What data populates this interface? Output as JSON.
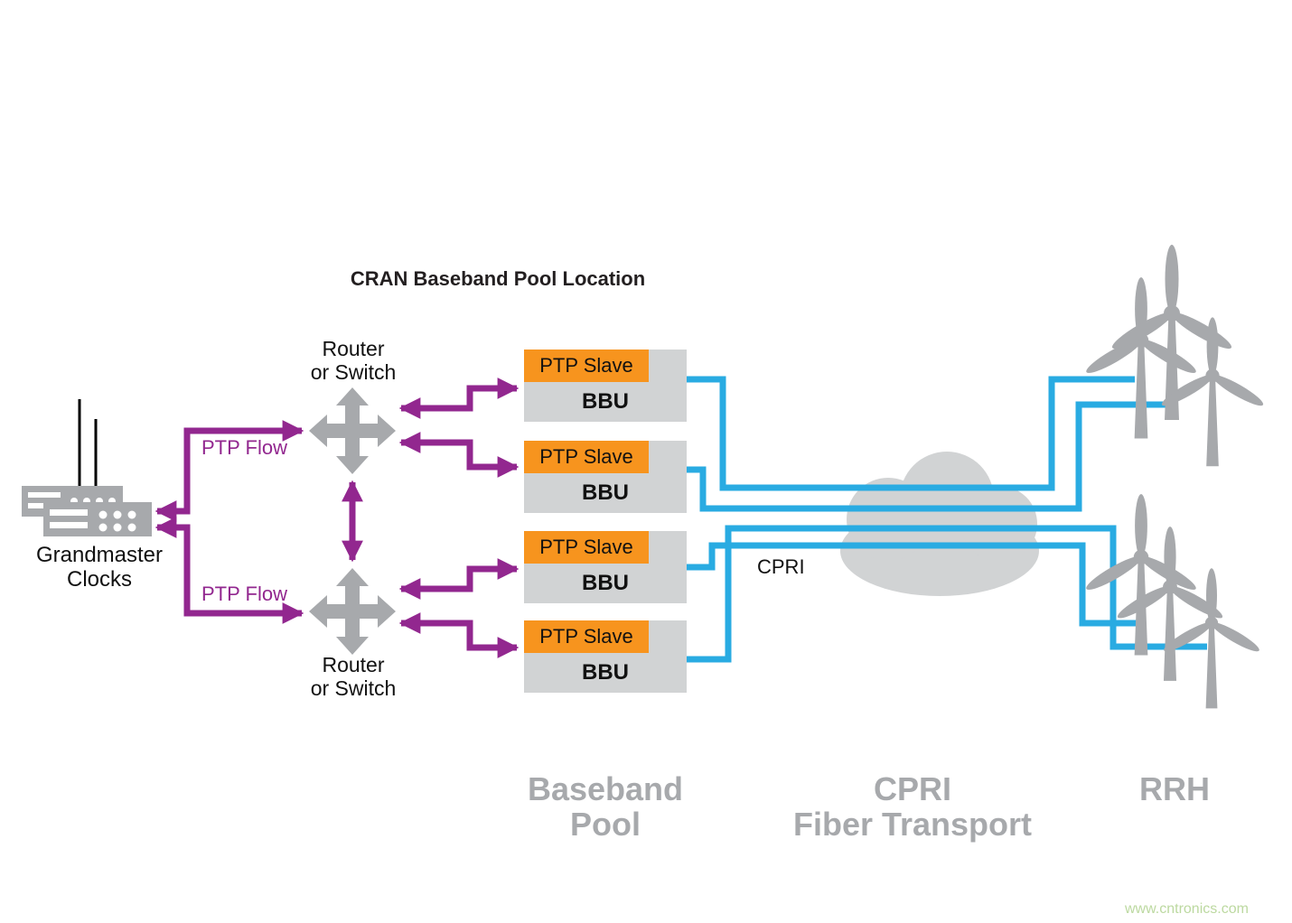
{
  "title": "CRAN Baseband Pool Location",
  "colors": {
    "purple_ptp": "#92278F",
    "orange_header": "#F7941E",
    "blue_cpri": "#29ABE2",
    "gray_icon": "#A7A9AC",
    "gray_box": "#D1D3D4",
    "watermark_green": "#BCD9A0",
    "text": "#231F20"
  },
  "grandmaster": {
    "line1": "Grandmaster",
    "line2": "Clocks"
  },
  "router_top": {
    "line1": "Router",
    "line2": "or Switch"
  },
  "router_bottom": {
    "line1": "Router",
    "line2": "or Switch"
  },
  "ptp_flow_top": "PTP Flow",
  "ptp_flow_bottom": "PTP Flow",
  "bbu_units": [
    {
      "header": "PTP Slave",
      "body": "BBU"
    },
    {
      "header": "PTP Slave",
      "body": "BBU"
    },
    {
      "header": "PTP Slave",
      "body": "BBU"
    },
    {
      "header": "PTP Slave",
      "body": "BBU"
    }
  ],
  "cpri_label": "CPRI",
  "section_labels": {
    "baseband": {
      "line1": "Baseband",
      "line2": "Pool"
    },
    "cpri": {
      "line1": "CPRI",
      "line2": "Fiber Transport"
    },
    "rrh": "RRH"
  },
  "watermark": "www.cntronics.com"
}
